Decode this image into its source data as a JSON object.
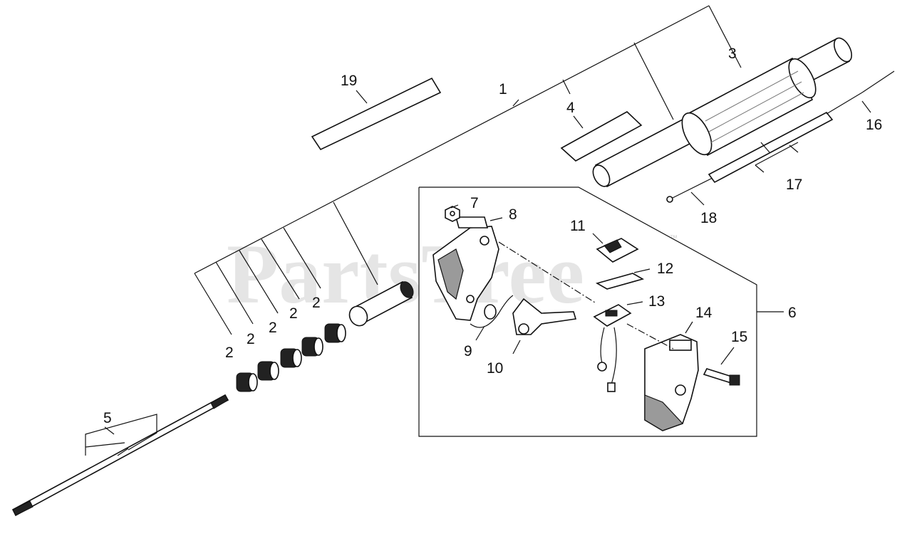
{
  "watermark": {
    "text": "PartsTree",
    "trademark": "™"
  },
  "callouts": {
    "c1": "1",
    "c2a": "2",
    "c2b": "2",
    "c2c": "2",
    "c2d": "2",
    "c2e": "2",
    "c3": "3",
    "c4": "4",
    "c5": "5",
    "c6": "6",
    "c7": "7",
    "c8": "8",
    "c9": "9",
    "c10": "10",
    "c11": "11",
    "c12": "12",
    "c13": "13",
    "c14": "14",
    "c15": "15",
    "c16": "16",
    "c17": "17",
    "c18": "18",
    "c19": "19"
  }
}
